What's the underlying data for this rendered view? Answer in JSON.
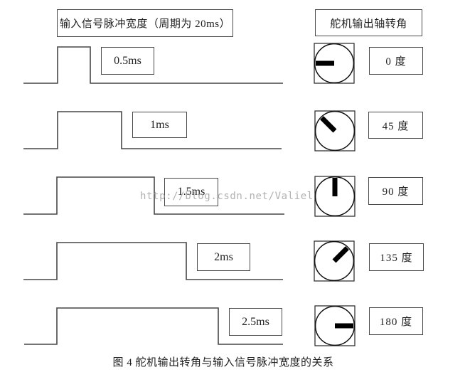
{
  "header": {
    "input_box_label": "输入信号脉冲宽度（周期为 20ms）",
    "output_box_label": "舵机输出轴转角"
  },
  "signal_period_ms": 20,
  "rows": [
    {
      "pulse_label": "0.5ms",
      "angle_label": "0 度",
      "pulse_ms": 0.5,
      "angle_deg": 0
    },
    {
      "pulse_label": "1ms",
      "angle_label": "45 度",
      "pulse_ms": 1,
      "angle_deg": 45
    },
    {
      "pulse_label": "1.5ms",
      "angle_label": "90 度",
      "pulse_ms": 1.5,
      "angle_deg": 90
    },
    {
      "pulse_label": "2ms",
      "angle_label": "135 度",
      "pulse_ms": 2,
      "angle_deg": 135
    },
    {
      "pulse_label": "2.5ms",
      "angle_label": "180 度",
      "pulse_ms": 2.5,
      "angle_deg": 180
    }
  ],
  "caption": "图 4 舵机输出转角与输入信号脉冲宽度的关系",
  "watermark": "http://blog.csdn.net/Valiel",
  "colors": {
    "waveform_line": "#474747",
    "box_border": "#4a4a4a",
    "dial_needle": "#000000",
    "watermark_gray": "#a3a3a3"
  }
}
